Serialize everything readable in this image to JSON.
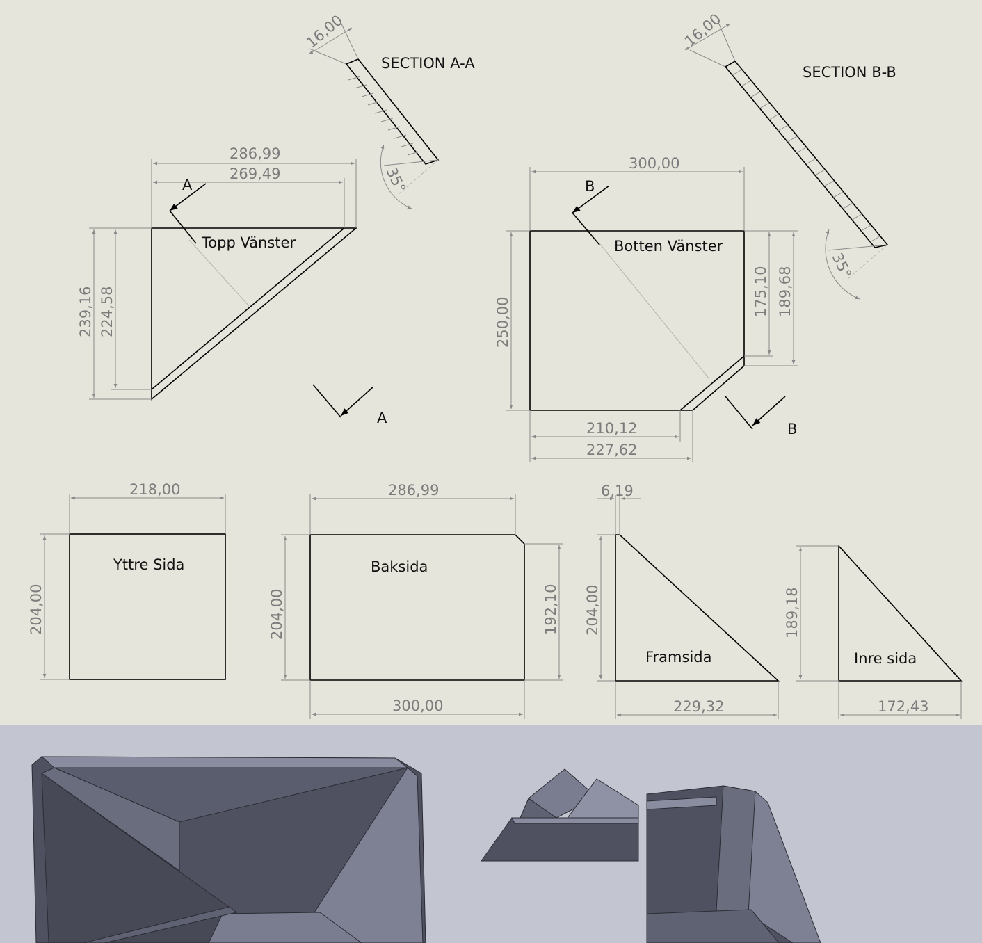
{
  "section_a": {
    "title": "SECTION A-A",
    "thickness": "16,00",
    "angle": "35°"
  },
  "section_b": {
    "title": "SECTION B-B",
    "thickness": "16,00",
    "angle": "35°"
  },
  "topp_vanster": {
    "label": "Topp Vänster",
    "width_outer": "286,99",
    "width_inner": "269,49",
    "height_outer": "239,16",
    "height_inner": "224,58",
    "cut_label_top": "A",
    "cut_label_bottom": "A"
  },
  "botten_vanster": {
    "label": "Botten Vänster",
    "width": "300,00",
    "height": "250,00",
    "right_inner": "175,10",
    "right_outer": "189,68",
    "bottom_inner": "210,12",
    "bottom_outer": "227,62",
    "cut_label_top": "B",
    "cut_label_bottom": "B"
  },
  "yttre_sida": {
    "label": "Yttre Sida",
    "width": "218,00",
    "height": "204,00"
  },
  "baksida": {
    "label": "Baksida",
    "width_top": "286,99",
    "width_bottom": "300,00",
    "height_left": "204,00",
    "height_right": "192,10"
  },
  "framsida": {
    "label": "Framsida",
    "offset": "6,19",
    "height": "204,00",
    "width": "229,32"
  },
  "inre_sida": {
    "label": "Inre sida",
    "height": "189,18",
    "width": "172,43"
  },
  "colors": {
    "sheet": "#e6e5db",
    "render_bg": "#c3c5d0",
    "face_dark": "#4f5160",
    "face_mid": "#6a6d7e",
    "face_light": "#8a8d9f"
  }
}
